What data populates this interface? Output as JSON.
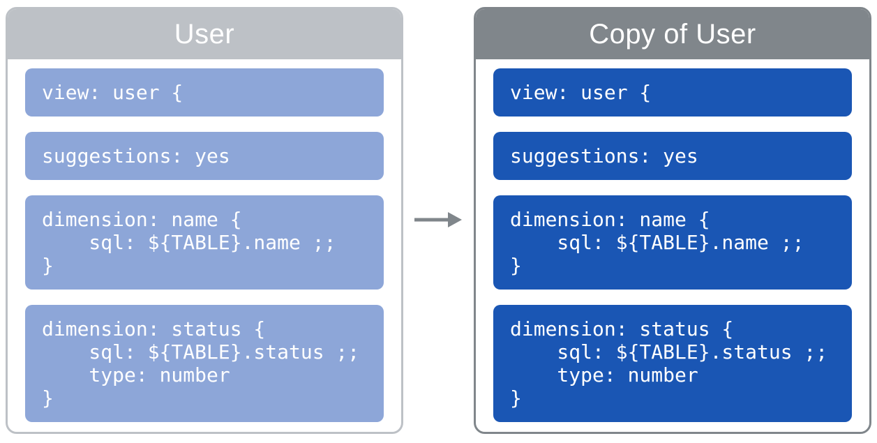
{
  "panels": [
    {
      "title": "User",
      "header_color": "#BDC1C6",
      "border_color": "#BDC1C6",
      "block_color": "#8DA6D8",
      "text_color": "#FFFFFF",
      "blocks": [
        "view: user {",
        "suggestions: yes",
        "dimension: name {\n    sql: ${TABLE}.name ;;\n}",
        "dimension: status {\n    sql: ${TABLE}.status ;;\n    type: number\n}"
      ]
    },
    {
      "title": "Copy of User",
      "header_color": "#80868B",
      "border_color": "#80868B",
      "block_color": "#1A56B4",
      "text_color": "#FFFFFF",
      "blocks": [
        "view: user {",
        "suggestions: yes",
        "dimension: name {\n    sql: ${TABLE}.name ;;\n}",
        "dimension: status {\n    sql: ${TABLE}.status ;;\n    type: number\n}"
      ]
    }
  ],
  "arrow": {
    "direction": "right",
    "color": "#80868B"
  }
}
